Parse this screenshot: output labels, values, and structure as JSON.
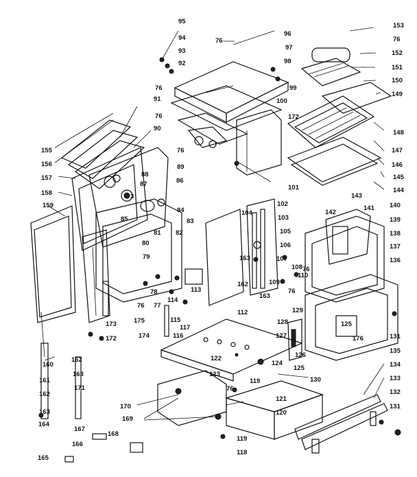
{
  "diagram": {
    "callouts": [
      "95",
      "94",
      "93",
      "92",
      "76",
      "96",
      "97",
      "98",
      "153",
      "76",
      "152",
      "151",
      "150",
      "99",
      "149",
      "76",
      "100",
      "76",
      "172",
      "91",
      "76",
      "148",
      "90",
      "147",
      "146",
      "155",
      "89",
      "145",
      "156",
      "88",
      "157",
      "87",
      "86",
      "101",
      "144",
      "158",
      "3",
      "85",
      "84",
      "159",
      "102",
      "143",
      "142",
      "141",
      "104",
      "103",
      "140",
      "83",
      "105",
      "139",
      "81",
      "82",
      "106",
      "138",
      "80",
      "163",
      "107",
      "137",
      "79",
      "108",
      "110",
      "136",
      "162",
      "109",
      "78",
      "113",
      "76",
      "163",
      "76",
      "114",
      "77",
      "129",
      "175",
      "76",
      "117",
      "115",
      "128",
      "125",
      "176",
      "131",
      "173",
      "174",
      "116",
      "112",
      "127",
      "172",
      "162",
      "135",
      "126",
      "122",
      "124",
      "160",
      "163",
      "123",
      "125",
      "134",
      "119",
      "130",
      "161",
      "171",
      "76",
      "133",
      "162",
      "121",
      "170",
      "132",
      "120",
      "169",
      "131",
      "163",
      "167",
      "164",
      "168",
      "119",
      "166",
      "165",
      "118"
    ]
  }
}
